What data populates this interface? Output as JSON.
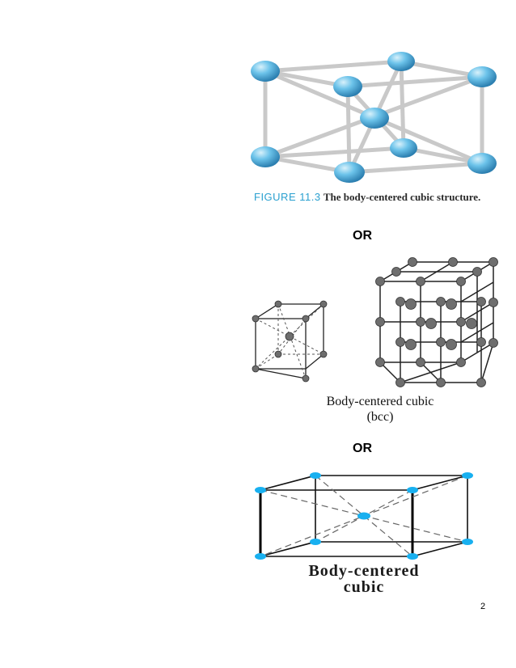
{
  "figure1": {
    "caption_number": "FIGURE 11.3",
    "caption_title": "The body-centered cubic structure."
  },
  "separator1": "OR",
  "figure2": {
    "caption_line1": "Body-centered cubic",
    "caption_line2": "(bcc)"
  },
  "separator2": "OR",
  "figure3": {
    "caption_line1": "Body-centered",
    "caption_line2": "cubic"
  },
  "page_number": "2",
  "colors": {
    "atom_blue": "#4fb3e0",
    "atom_gray": "#7a7a7a",
    "atom_cyan": "#18b0f0",
    "caption_accent": "#2aa0d0"
  }
}
